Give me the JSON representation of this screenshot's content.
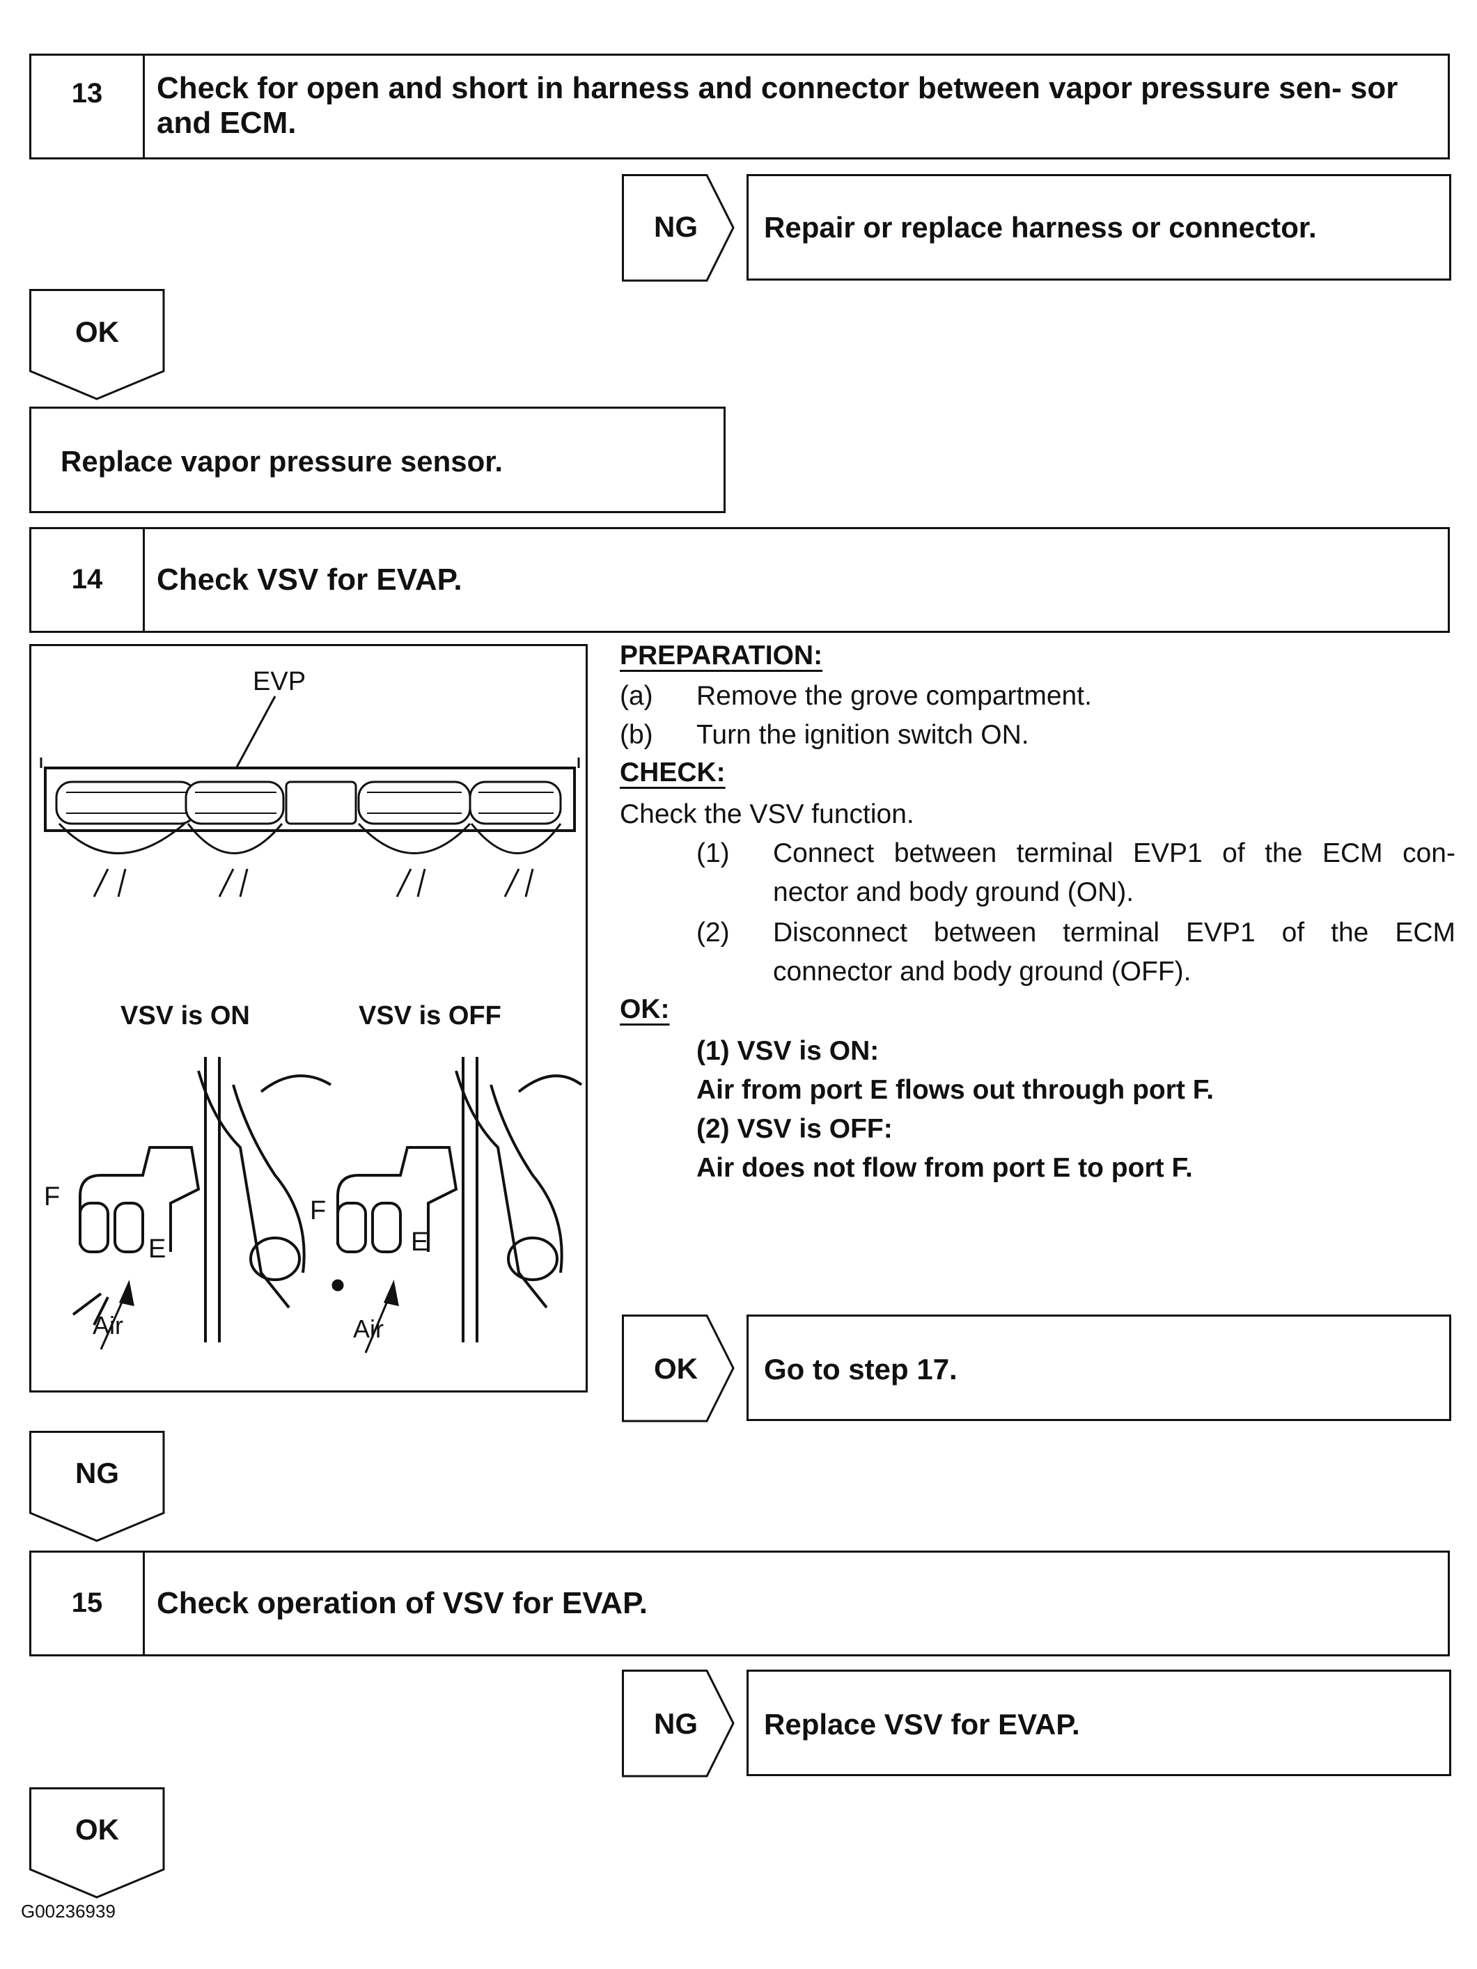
{
  "step13": {
    "number": "13",
    "title": "Check for open and short in harness and connector between vapor pressure sen- sor and ECM.",
    "ng_label": "NG",
    "ng_action": "Repair or replace harness or connector.",
    "ok_label": "OK",
    "result": "Replace vapor pressure sensor."
  },
  "step14": {
    "number": "14",
    "title": "Check VSV for EVAP.",
    "figure": {
      "evp_label": "EVP",
      "on_label": "VSV is ON",
      "off_label": "VSV is OFF",
      "port_f": "F",
      "port_e": "E",
      "air": "Air"
    },
    "preparation_heading": "PREPARATION:",
    "preparation": [
      {
        "marker": "(a)",
        "text": "Remove the grove compartment."
      },
      {
        "marker": "(b)",
        "text": "Turn the ignition switch ON."
      }
    ],
    "check_heading": "CHECK:",
    "check_intro": "Check the VSV function.",
    "check_steps": [
      {
        "marker": "(1)",
        "line1": "Connect between terminal EVP1 of the ECM con-",
        "line2": "nector and body ground (ON)."
      },
      {
        "marker": "(2)",
        "line1": "Disconnect between terminal EVP1 of the ECM",
        "line2": "connector and body ground (OFF)."
      }
    ],
    "ok_heading": "OK:",
    "ok_lines": [
      "(1)  VSV is ON:",
      "Air from port E flows out through port F.",
      "(2)  VSV is OFF:",
      "Air does not flow from port E to port F."
    ],
    "ok_label": "OK",
    "ok_action": "Go to step 17.",
    "ng_label": "NG"
  },
  "step15": {
    "number": "15",
    "title": "Check operation of VSV for EVAP.",
    "ng_label": "NG",
    "ng_action": "Replace VSV for EVAP.",
    "ok_label": "OK"
  },
  "figure_code": "G00236939"
}
